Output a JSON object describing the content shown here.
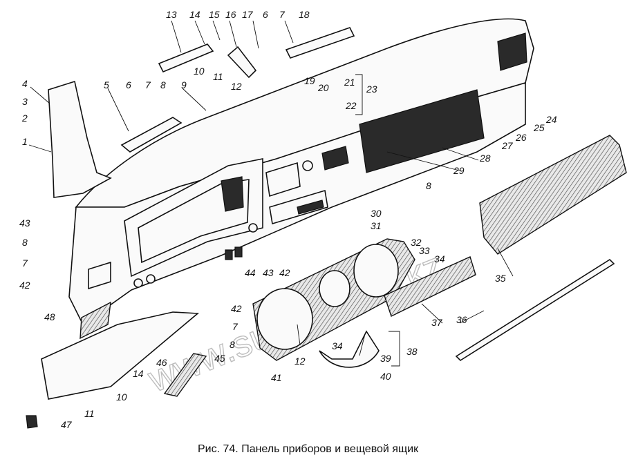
{
  "figure": {
    "caption": "Рис. 74. Панель приборов и вещевой ящик"
  },
  "watermark": "www.sunton-too.kz",
  "callouts": [
    {
      "id": "c13",
      "text": "13"
    },
    {
      "id": "c14a",
      "text": "14"
    },
    {
      "id": "c15",
      "text": "15"
    },
    {
      "id": "c16",
      "text": "16"
    },
    {
      "id": "c17",
      "text": "17"
    },
    {
      "id": "c6a",
      "text": "6"
    },
    {
      "id": "c7a",
      "text": "7"
    },
    {
      "id": "c18",
      "text": "18"
    },
    {
      "id": "c10a",
      "text": "10"
    },
    {
      "id": "c11a",
      "text": "11"
    },
    {
      "id": "c12a",
      "text": "12"
    },
    {
      "id": "c4",
      "text": "4"
    },
    {
      "id": "c3",
      "text": "3"
    },
    {
      "id": "c2",
      "text": "2"
    },
    {
      "id": "c1",
      "text": "1"
    },
    {
      "id": "c5",
      "text": "5"
    },
    {
      "id": "c6b",
      "text": "6"
    },
    {
      "id": "c7b",
      "text": "7"
    },
    {
      "id": "c8a",
      "text": "8"
    },
    {
      "id": "c9",
      "text": "9"
    },
    {
      "id": "c19",
      "text": "19"
    },
    {
      "id": "c20",
      "text": "20"
    },
    {
      "id": "c21",
      "text": "21"
    },
    {
      "id": "c22",
      "text": "22"
    },
    {
      "id": "c23",
      "text": "23"
    },
    {
      "id": "c24",
      "text": "24"
    },
    {
      "id": "c25",
      "text": "25"
    },
    {
      "id": "c26",
      "text": "26"
    },
    {
      "id": "c27",
      "text": "27"
    },
    {
      "id": "c28",
      "text": "28"
    },
    {
      "id": "c29",
      "text": "29"
    },
    {
      "id": "c8b",
      "text": "8"
    },
    {
      "id": "c30",
      "text": "30"
    },
    {
      "id": "c31",
      "text": "31"
    },
    {
      "id": "c32",
      "text": "32"
    },
    {
      "id": "c33",
      "text": "33"
    },
    {
      "id": "c34a",
      "text": "34"
    },
    {
      "id": "c35",
      "text": "35"
    },
    {
      "id": "c43a",
      "text": "43"
    },
    {
      "id": "c8c",
      "text": "8"
    },
    {
      "id": "c7c",
      "text": "7"
    },
    {
      "id": "c42a",
      "text": "42"
    },
    {
      "id": "c44",
      "text": "44"
    },
    {
      "id": "c43b",
      "text": "43"
    },
    {
      "id": "c42b",
      "text": "42"
    },
    {
      "id": "c42c",
      "text": "42"
    },
    {
      "id": "c7d",
      "text": "7"
    },
    {
      "id": "c8d",
      "text": "8"
    },
    {
      "id": "c48",
      "text": "48"
    },
    {
      "id": "c46",
      "text": "46"
    },
    {
      "id": "c45",
      "text": "45"
    },
    {
      "id": "c14b",
      "text": "14"
    },
    {
      "id": "c10b",
      "text": "10"
    },
    {
      "id": "c11b",
      "text": "11"
    },
    {
      "id": "c47",
      "text": "47"
    },
    {
      "id": "c12b",
      "text": "12"
    },
    {
      "id": "c41",
      "text": "41"
    },
    {
      "id": "c34b",
      "text": "34"
    },
    {
      "id": "c39",
      "text": "39"
    },
    {
      "id": "c38",
      "text": "38"
    },
    {
      "id": "c40",
      "text": "40"
    },
    {
      "id": "c37",
      "text": "37"
    },
    {
      "id": "c36",
      "text": "36"
    }
  ]
}
